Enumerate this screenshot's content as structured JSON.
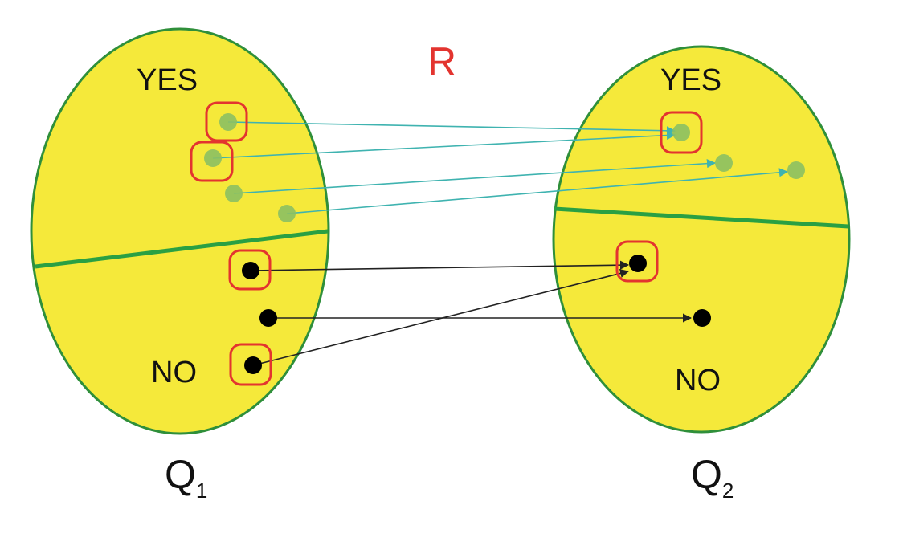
{
  "relation_label": "R",
  "left_set": {
    "name": "Q",
    "subscript": "1",
    "yes_label": "YES",
    "no_label": "NO"
  },
  "right_set": {
    "name": "Q",
    "subscript": "2",
    "yes_label": "YES",
    "no_label": "NO"
  },
  "colors": {
    "set_fill": "#f5e93a",
    "set_border": "#2f8f3a",
    "divider": "#2aa043",
    "yes_point": "#8cc063",
    "no_point": "#000000",
    "yes_arrow": "#3fb3b0",
    "no_arrow": "#222222",
    "highlight": "#e3342f",
    "relation_label": "#e3342f"
  }
}
